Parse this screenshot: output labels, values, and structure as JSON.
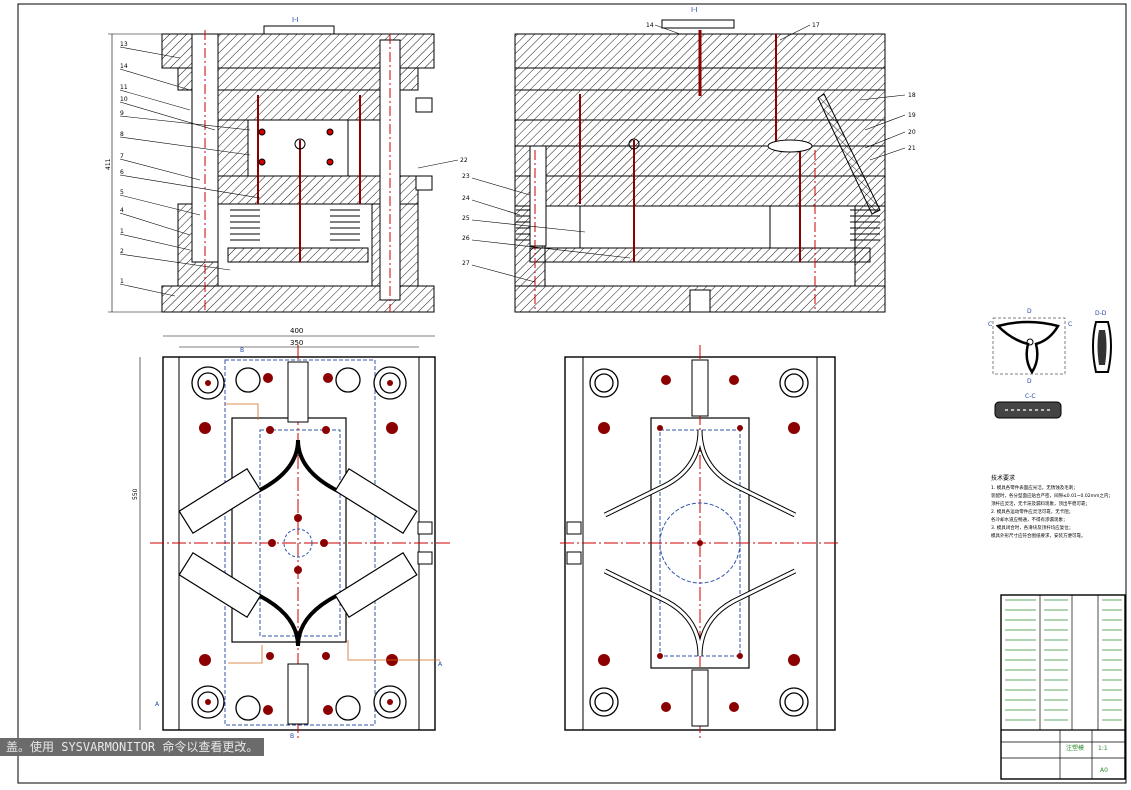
{
  "section_labels": {
    "top_left": "I-I",
    "top_right": "I-I",
    "dd": "D-D",
    "cc": "C-C"
  },
  "callouts_left": [
    "13",
    "14",
    "11",
    "10",
    "9",
    "8",
    "7",
    "6",
    "5",
    "4",
    "1",
    "2",
    "1"
  ],
  "callouts_right_top": [
    "14",
    "17"
  ],
  "callouts_right": [
    "18",
    "19",
    "20",
    "21",
    "22"
  ],
  "callouts_mid": [
    "23",
    "24",
    "25",
    "26",
    "27"
  ],
  "dimensions": {
    "height": "411",
    "width_outer": "400",
    "width_inner": "350",
    "height_plan": "550"
  },
  "markers": {
    "a": "A",
    "b": "B",
    "c": "C",
    "d": "D"
  },
  "notes": {
    "title": "技术要求",
    "lines": [
      "1. 模具各零件表面应光洁，无锈蚀及毛刺；",
      "装配时，各分型面应贴合严密，间隙≤0.01~0.02mm之内；",
      "顶杆应灵活，无卡滞及漏料现象，顶出平稳可靠；",
      "2. 模具各运动零件应灵活可靠，无卡阻；",
      "各冷却水道应畅通，不得有渗漏现象；",
      "3. 模具闭合时，各滑块及顶杆均应复位；",
      "模具外形尺寸应符合图纸要求，安装方便可靠。"
    ]
  },
  "status_bar": "盖。使用 SYSVARMONITOR 命令以查看更改。",
  "title_block": {
    "name": "注塑模",
    "scale": "1:1",
    "sheet": "A0"
  },
  "colors": {
    "line": "#000000",
    "center": "#cc0000",
    "hidden": "#3355aa",
    "orange": "#d2691e",
    "green": "#2e8b2e"
  }
}
